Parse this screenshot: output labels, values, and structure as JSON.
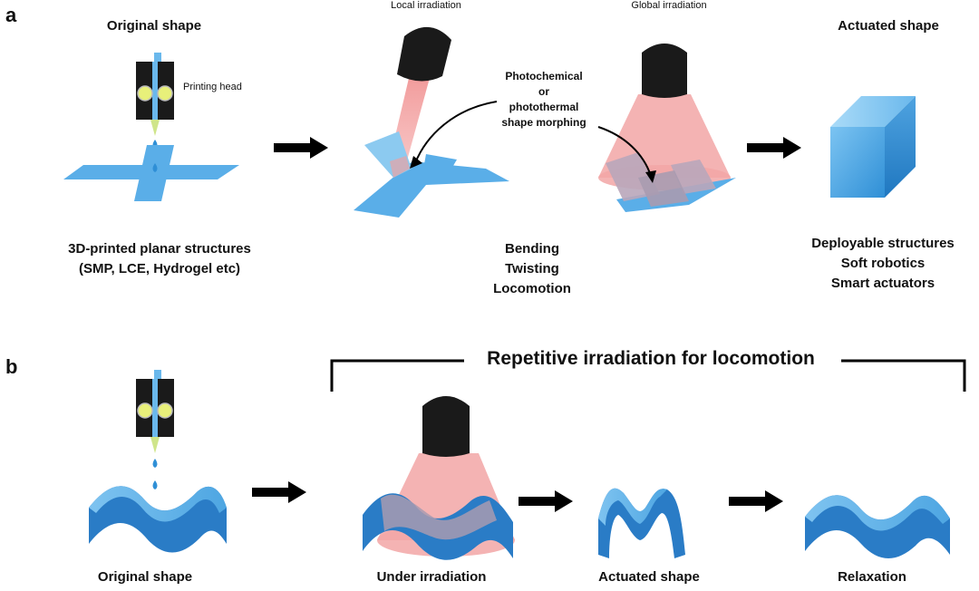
{
  "panel_a": {
    "label": "a",
    "original_shape_title": "Original shape",
    "printing_head_label": "Printing head",
    "local_irradiation_title": "Local irradiation",
    "global_irradiation_title": "Global irradiation",
    "actuated_shape_title": "Actuated shape",
    "morphing_label": [
      "Photochemical",
      "or",
      "photothermal",
      "shape morphing"
    ],
    "planar_caption": [
      "3D-printed planar structures",
      "(SMP, LCE, Hydrogel etc)"
    ],
    "motions_caption": [
      "Bending",
      "Twisting",
      "Locomotion"
    ],
    "applications_caption": [
      "Deployable structures",
      "Soft robotics",
      "Smart actuators"
    ]
  },
  "panel_b": {
    "label": "b",
    "banner": "Repetitive irradiation for locomotion",
    "captions": [
      "Original shape",
      "Under irradiation",
      "Actuated shape",
      "Relaxation"
    ]
  },
  "colors": {
    "sheet_blue": "#5aaee8",
    "deep_blue": "#2a7cc6",
    "light_red": "#f2a6a6",
    "lamp_black": "#1a1a1a",
    "arrow_black": "#000000"
  }
}
